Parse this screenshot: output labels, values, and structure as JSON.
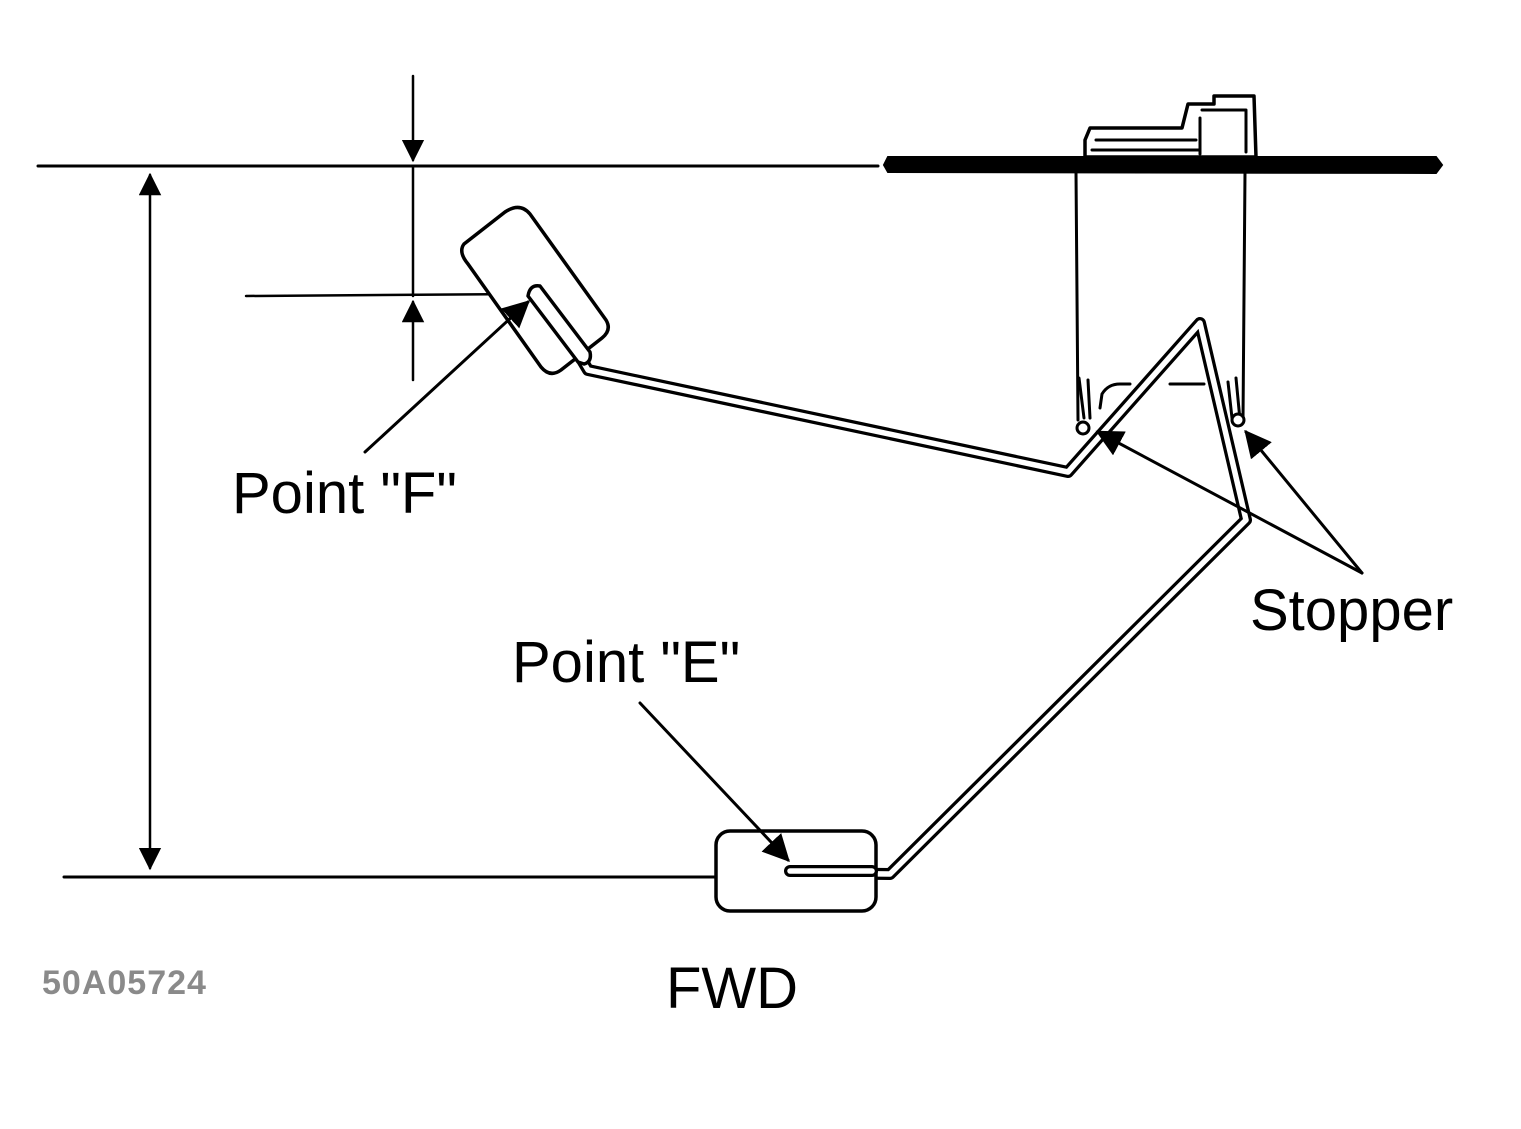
{
  "labels": {
    "point_f": "Point \"F\"",
    "point_e": "Point \"E\"",
    "stopper": "Stopper",
    "fwd": "FWD",
    "figure_code": "50A05724"
  },
  "colors": {
    "ink": "#000000",
    "figure_code": "#8a8a8a",
    "background": "#ffffff"
  }
}
